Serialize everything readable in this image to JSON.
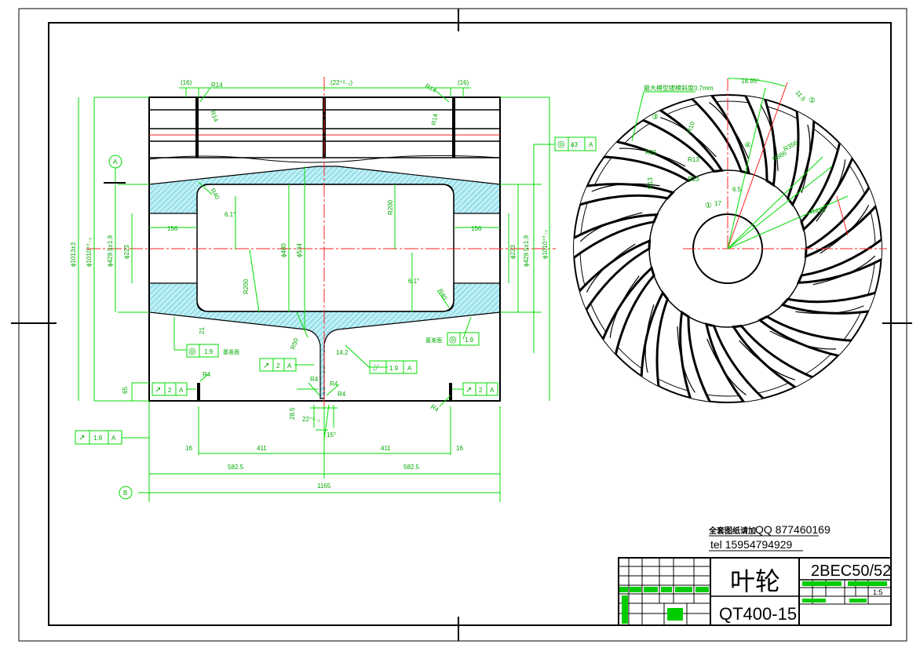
{
  "drawing": {
    "section_view": {
      "top_dims": [
        "(16)",
        "R14",
        "(22⁺²₋₁)",
        "R14",
        "(16)"
      ],
      "side_rotated_labels": [
        "R14",
        "R14"
      ],
      "left_dims": [
        "ϕ1013±3",
        "ϕ1010⁺⁰₋₃",
        "ϕ429.5±1.9",
        "ϕ223"
      ],
      "right_dims": [
        "ϕ223",
        "ϕ429.5±1.9",
        "ϕ1010⁺⁰₋₃"
      ],
      "inner_dims": [
        "R40",
        "6.1°",
        "ϕ480",
        "ϕ534",
        "R200",
        "R200",
        "6.1°",
        "R40",
        "156",
        "156",
        "21",
        "R50",
        "14.2",
        "R4",
        "R4",
        "R4",
        "R4",
        "R4",
        "65",
        "28.5",
        "22⁺²₋₁",
        "15°"
      ],
      "bottom_dims": [
        "16",
        "411",
        "411",
        "16",
        "582.5",
        "582.5",
        "1165"
      ],
      "datum_a": "A",
      "datum_b": "B",
      "ref_face_label": "基准面",
      "tolerance_frames": [
        {
          "symbol": "◎",
          "value": "ϕ3",
          "datum": "A"
        },
        {
          "symbol": "◎",
          "value": "1.9",
          "datum": ""
        },
        {
          "symbol": "◎",
          "value": "1.9",
          "datum": ""
        },
        {
          "symbol": "↗",
          "value": "2",
          "datum": "A"
        },
        {
          "symbol": "⌰",
          "value": "1.9",
          "datum": "A"
        },
        {
          "symbol": "↗",
          "value": "2",
          "datum": "A"
        },
        {
          "symbol": "↗",
          "value": "2",
          "datum": "A"
        },
        {
          "symbol": "↗",
          "value": "1.9",
          "datum": "A"
        }
      ]
    },
    "impeller_view": {
      "labels": [
        "最大模型拔模斜度0.7mm",
        "18.95°",
        "11.5",
        "②",
        "③",
        "R10",
        "R25",
        "④",
        "R356",
        "R386",
        "R13",
        "R13",
        "R13",
        "6.5",
        "①",
        "17",
        "R416"
      ]
    }
  },
  "contact": {
    "line1_prefix": "全套图纸请加",
    "line1_value": "QQ  877460169",
    "line2": "tel  15954794929"
  },
  "title_block": {
    "part_name": "叶轮",
    "drawing_no": "2BEC50/52",
    "material": "QT400-15",
    "scale": "1:5"
  }
}
